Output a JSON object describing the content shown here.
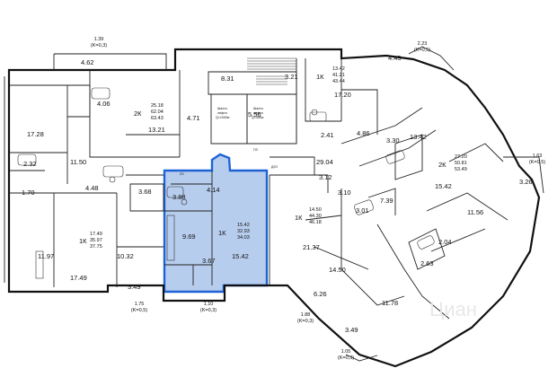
{
  "highlight_color": "#1e63d6",
  "highlight_fill": "#b7cdee",
  "balcony_notes": [
    {
      "a": "1.39",
      "b": "(K=0,3)"
    },
    {
      "a": "2.23",
      "b": "(K=0,5)"
    },
    {
      "a": "1.63",
      "b": "(K=0,5)"
    },
    {
      "a": "1.75",
      "b": "(K=0,5)"
    },
    {
      "a": "1.10",
      "b": "(K=0,3)"
    },
    {
      "a": "1.88",
      "b": "(K=0,3)"
    },
    {
      "a": "1.05",
      "b": "(K=0,3)"
    }
  ],
  "room_areas": {
    "a462": "4.62",
    "a1728": "17.28",
    "a406": "4.06",
    "a1150": "11.50",
    "a232": "2.32",
    "a170": "1.70",
    "a448": "4.48",
    "a1197": "11.97",
    "a1032": "10.32",
    "a1749": "17.49",
    "a349": "3.49",
    "a1321": "13.21",
    "a471": "4.71",
    "a831": "8.31",
    "a321": "3.21",
    "a556": "5.56",
    "a445": "4.45",
    "a1720": "17.20",
    "a241": "2.41",
    "a486": "4.86",
    "a330": "3.30",
    "a1342": "13.42",
    "a2904": "29.04",
    "a312": "3.12",
    "a310": "3.10",
    "a301": "3.01",
    "a2137": "21.37",
    "a1450": "14.50",
    "a626": "6.26",
    "a1178": "11.78",
    "a349b": "3.49",
    "a739": "7.39",
    "a1542b": "15.42",
    "a326": "3.26",
    "a1156": "11.56",
    "a204": "2.04",
    "a263": "2.63",
    "a368": "3.68",
    "a388": "3.88",
    "a414": "4.14",
    "a969": "9.69",
    "a1542": "15.42",
    "a367": "3.67"
  },
  "apartments": [
    {
      "type": "2К",
      "areas": [
        "25.18",
        "62.04",
        "63.43"
      ]
    },
    {
      "type": "1К",
      "areas": [
        "13.42",
        "41.21",
        "43.44"
      ]
    },
    {
      "type": "1К",
      "areas": [
        "17.49",
        "35.97",
        "37.75"
      ]
    },
    {
      "type": "1К",
      "areas": [
        "15.42",
        "32.93",
        "34.03"
      ]
    },
    {
      "type": "1К",
      "areas": [
        "14.50",
        "44.30",
        "46.18"
      ]
    },
    {
      "type": "2К",
      "areas": [
        "27.20",
        "50.81",
        "53.49"
      ]
    }
  ],
  "shaft_labels": [
    {
      "line1": "Шахта",
      "line2": "лифта",
      "line3": "Q=1000кг"
    },
    {
      "line1": "Шахта",
      "line2": "лифта",
      "line3": "Q=450кг"
    }
  ],
  "utility_label": "ПЗ",
  "utility_label2": "ДЗЗ",
  "corridor_label": "ЛЗ",
  "watermark": "Циан"
}
